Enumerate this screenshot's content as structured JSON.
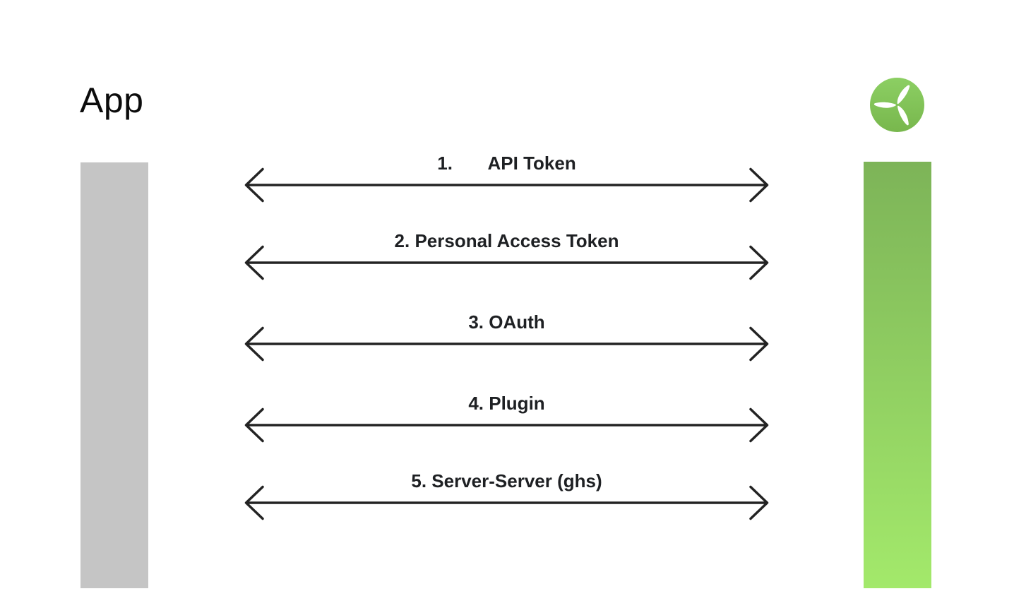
{
  "title": {
    "label": "App"
  },
  "logo": {
    "name": "wind-turbine-logo",
    "circle_top_color": "#8ccf63",
    "circle_bottom_color": "#78b74d",
    "blade_color": "#ffffff"
  },
  "bars": {
    "left_color": "#c5c5c5",
    "right_gradient_top": "#7db458",
    "right_gradient_bottom": "#a3e96b"
  },
  "arrows": {
    "color": "#232323",
    "label_color": "#1e2023",
    "items": [
      {
        "label": "1.       API Token"
      },
      {
        "label": "2. Personal Access Token"
      },
      {
        "label": "3. OAuth"
      },
      {
        "label": "4. Plugin"
      },
      {
        "label": "5. Server-Server (ghs)"
      }
    ]
  }
}
